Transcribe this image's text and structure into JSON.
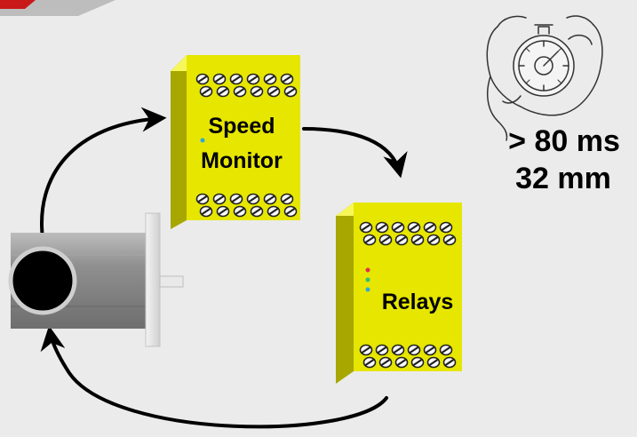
{
  "speed_monitor": {
    "line1": "Speed",
    "line2": "Monitor"
  },
  "relays": {
    "label": "Relays"
  },
  "timing": {
    "response_time": "> 80 ms",
    "stopping_distance": "32 mm"
  },
  "colors": {
    "background": "#ebebeb",
    "module_face": "#e6e600",
    "module_side": "#a7a700",
    "module_top": "#f7f75a",
    "motor_body": "#8a8a8a",
    "arrow": "#000000",
    "led_red": "#e0304a",
    "led_green": "#30c070",
    "led_cyan": "#30a8d8"
  },
  "icons": [
    "stopwatch-in-hand-icon",
    "electric-motor-icon"
  ]
}
